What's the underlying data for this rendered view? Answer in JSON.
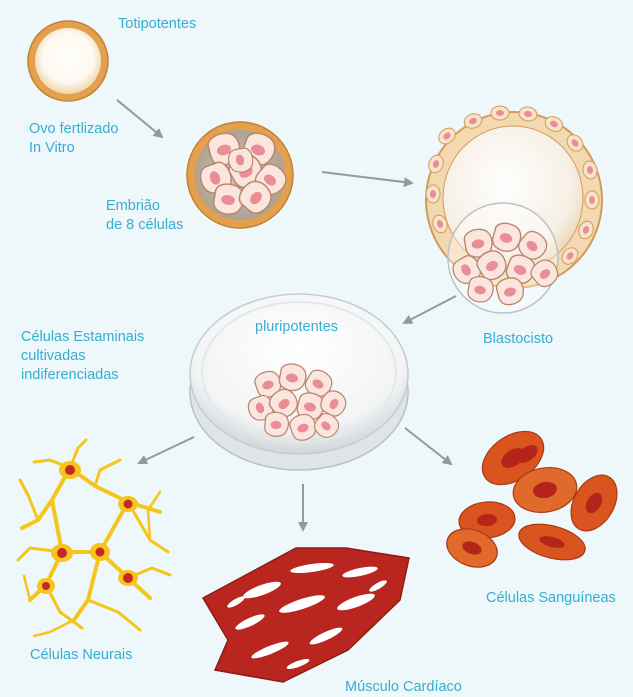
{
  "labels": {
    "totipotent": "Totipotentes",
    "fertilized_egg_line1": "Ovo fertlizado",
    "fertilized_egg_line2": "In Vitro",
    "embryo_line1": "Embrião",
    "embryo_line2": "de 8 células",
    "blastocyst": "Blastocisto",
    "pluripotent": "pluripotentes",
    "stem_cells_line1": "Células Estaminais",
    "stem_cells_line2": "cultivadas",
    "stem_cells_line3": "indiferenciadas",
    "neural_cells": "Células Neurais",
    "cardiac_muscle": "Músculo Cardíaco",
    "blood_cells": "Células Sanguíneas"
  },
  "colors": {
    "label": "#35aed1",
    "background": "#eef7f9",
    "arrow": "#8e9ba3",
    "zona": "#e3a04e",
    "cell_fill": "#fbe6df",
    "cell_nucleus": "#e98d96",
    "neural": "#f6c51b",
    "neural_nucleus": "#c62828",
    "cardiac": "#b8261f",
    "blood": "#d9541e",
    "blood_center": "#b5241a"
  }
}
